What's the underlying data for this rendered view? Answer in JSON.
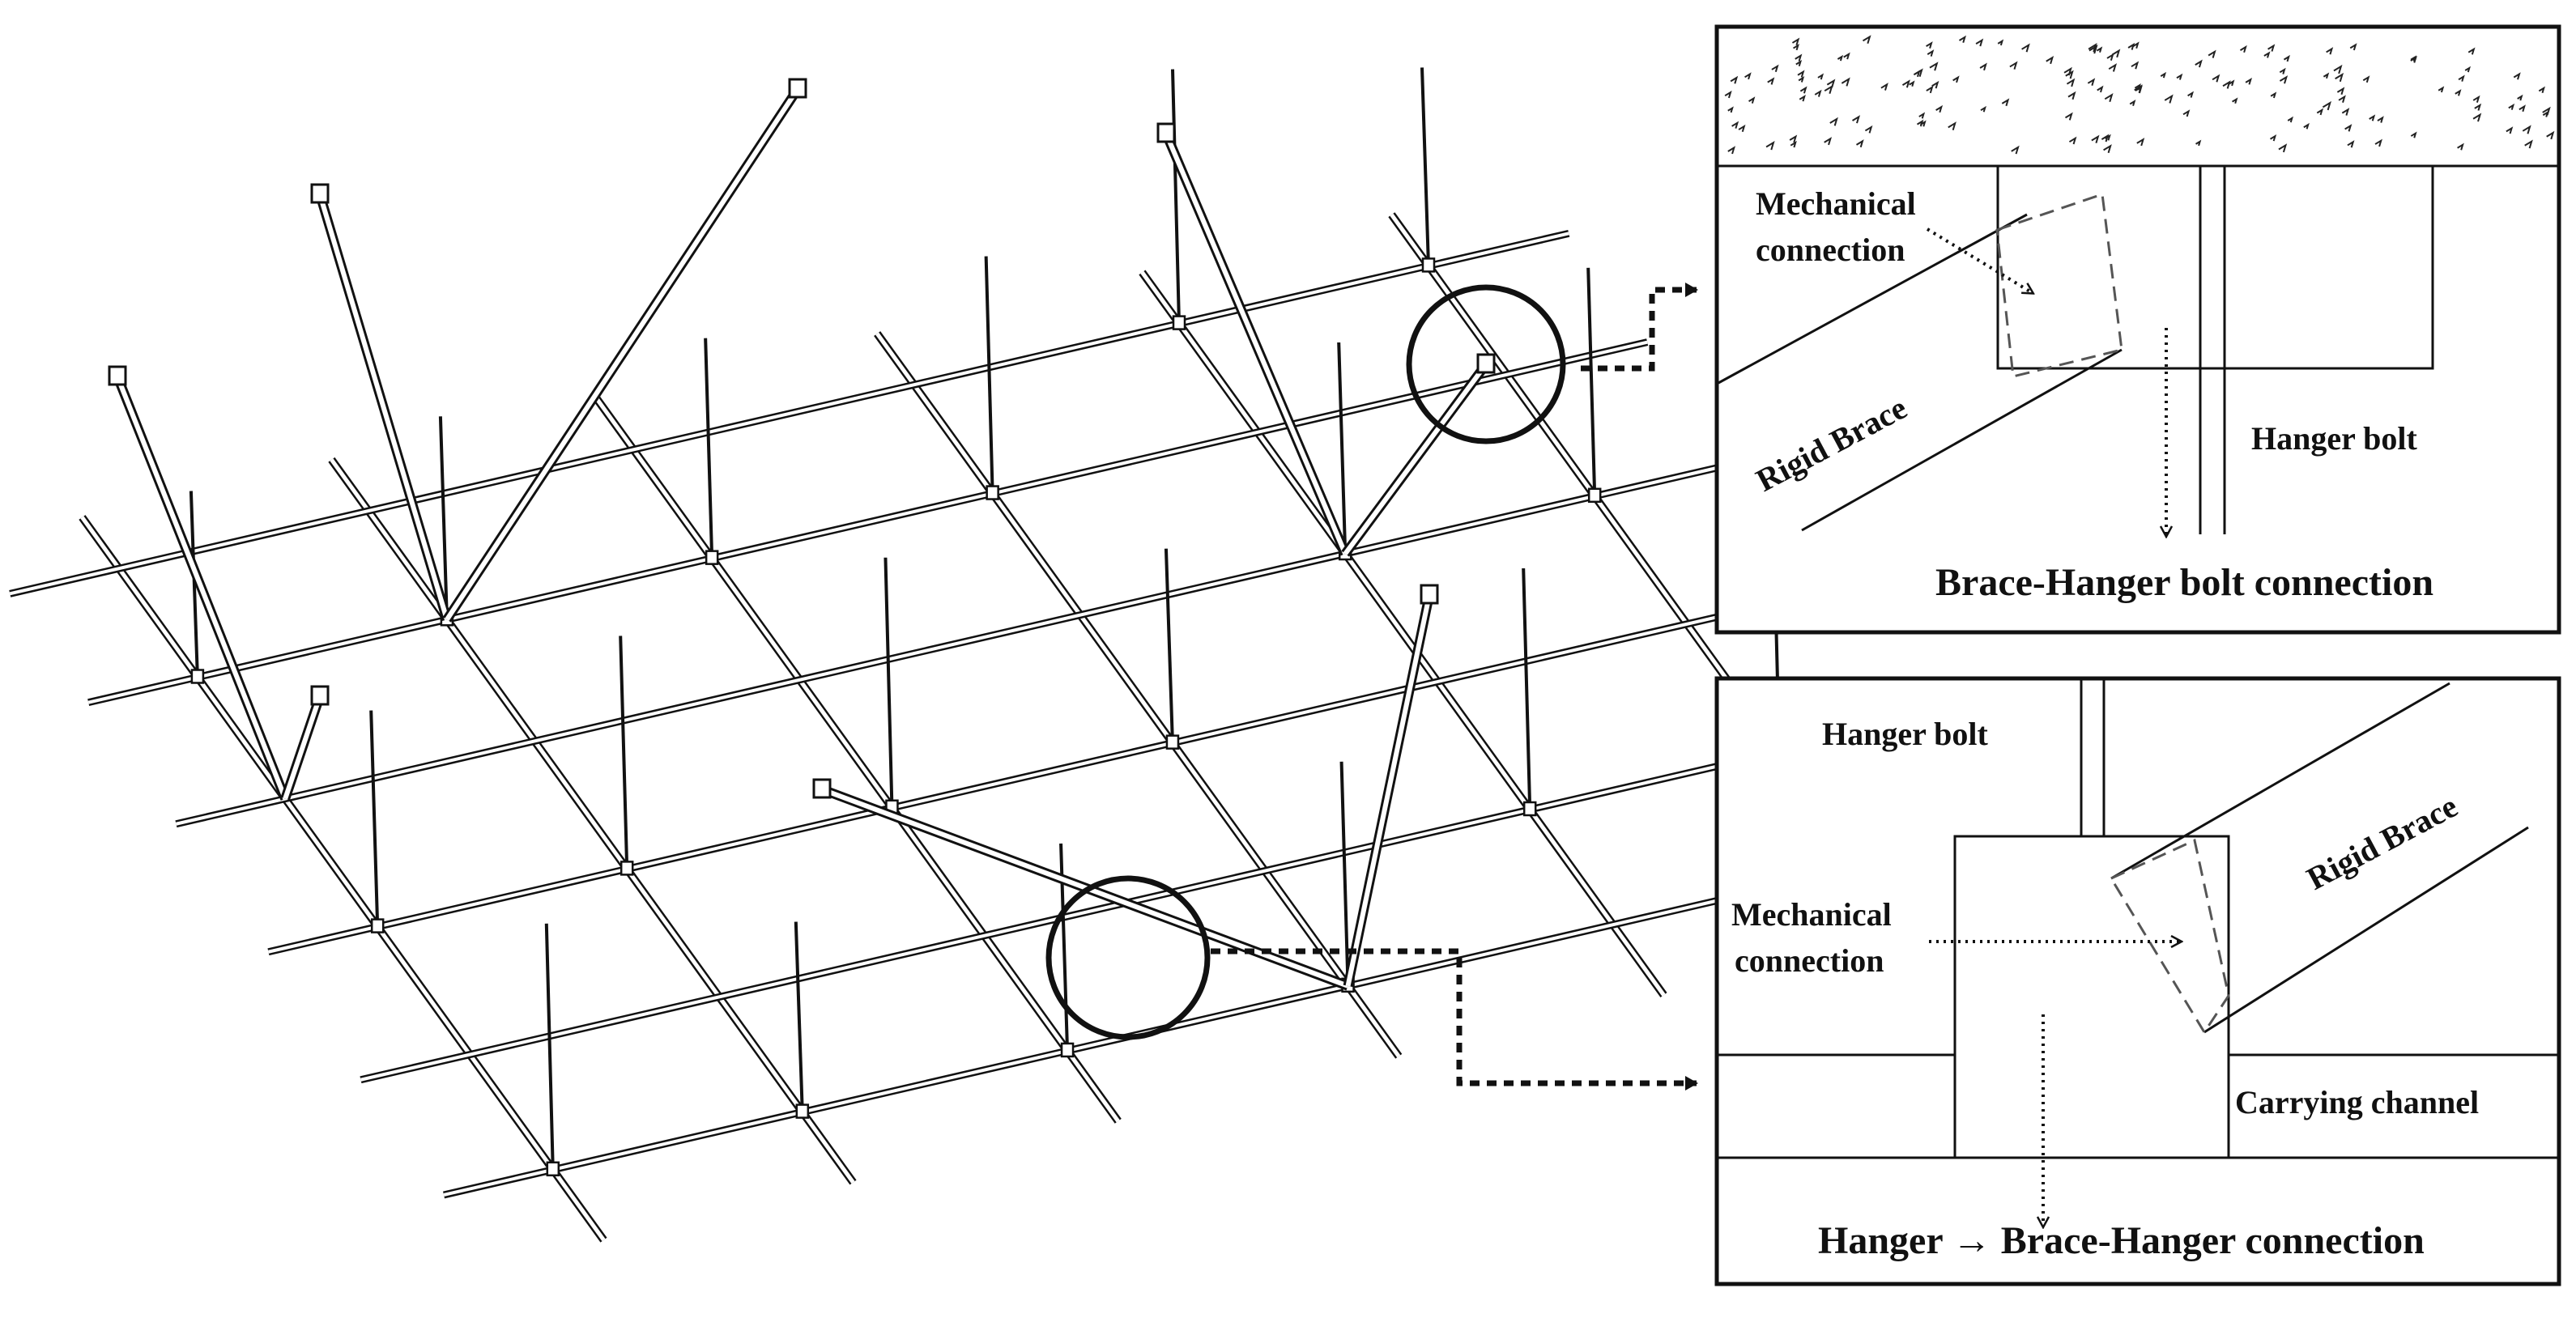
{
  "panel_top": {
    "mechanical_line1": "Mechanical",
    "mechanical_line2": "connection",
    "rigid_brace": "Rigid Brace",
    "hanger_bolt": "Hanger bolt",
    "caption": "Brace-Hanger bolt connection"
  },
  "panel_bottom": {
    "hanger_bolt": "Hanger bolt",
    "mechanical_line1": "Mechanical",
    "mechanical_line2": "connection",
    "rigid_brace": "Rigid Brace",
    "carrying_channel": "Carrying channel",
    "caption": "Hanger → Brace-Hanger connection"
  }
}
